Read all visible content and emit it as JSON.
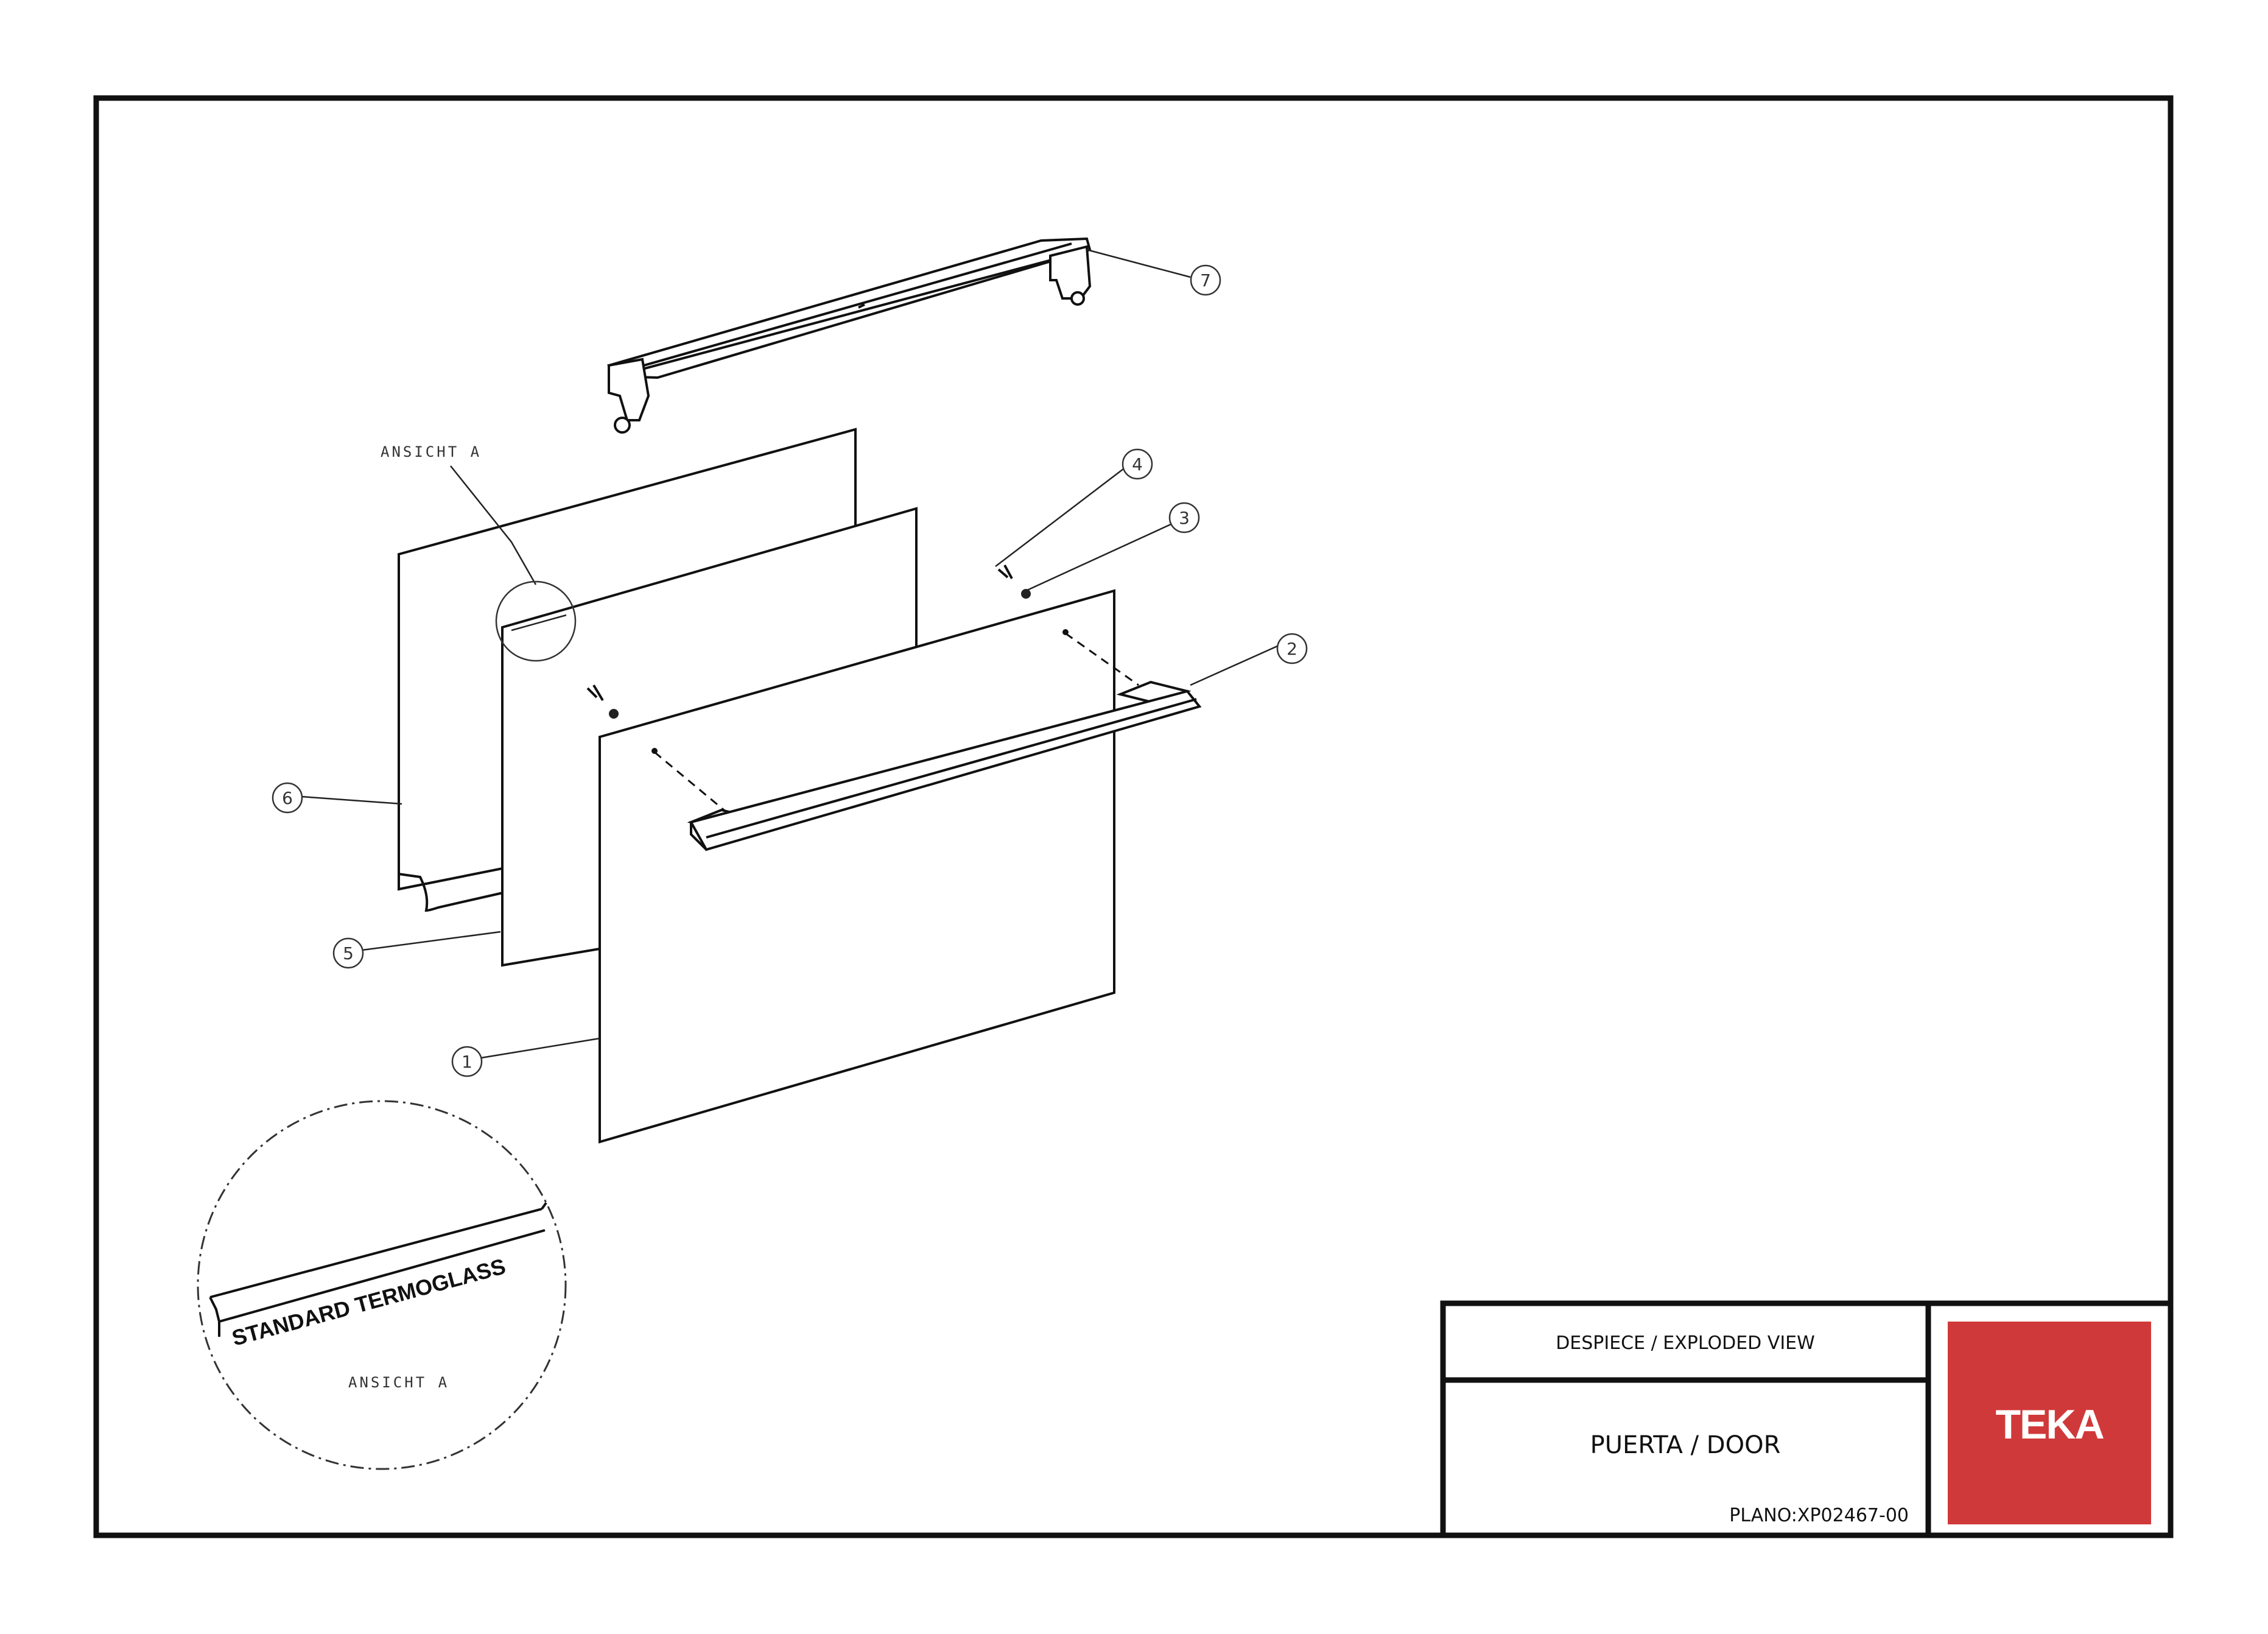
{
  "callouts": {
    "c1": "1",
    "c2": "2",
    "c3": "3",
    "c4": "4",
    "c5": "5",
    "c6": "6",
    "c7": "7"
  },
  "detail": {
    "view_label_top": "ANSICHT A",
    "view_label_bottom": "ANSICHT A",
    "glass_marking": "STANDARD TERMOGLASS"
  },
  "title_block": {
    "drawing_type": "DESPIECE / EXPLODED VIEW",
    "part_name": "PUERTA / DOOR",
    "plan_number": "PLANO:XP02467-00",
    "logo_text": "TEKA"
  },
  "colors": {
    "logo_background": "#d0393a",
    "logo_text": "#ffffff",
    "lines": "#111111"
  }
}
